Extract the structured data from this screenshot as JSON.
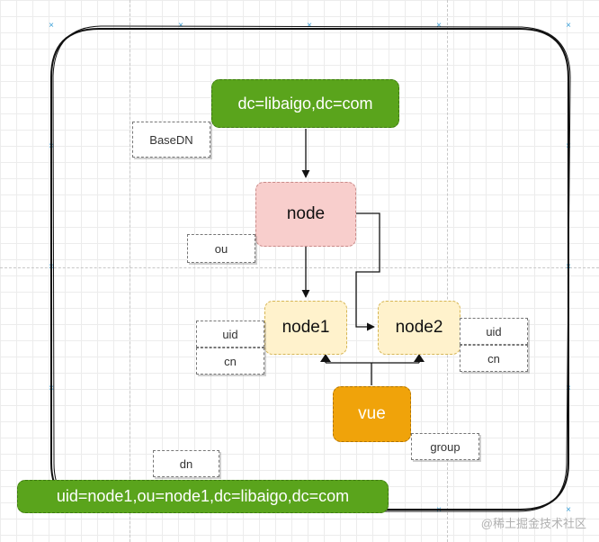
{
  "nodes": {
    "base_dn": "dc=libaigo,dc=com",
    "node": "node",
    "node1": "node1",
    "node2": "node2",
    "vue": "vue",
    "dn": "uid=node1,ou=node1,dc=libaigo,dc=com"
  },
  "labels": {
    "basedn": "BaseDN",
    "ou": "ou",
    "uid_left": "uid",
    "cn_left": "cn",
    "uid_right": "uid",
    "cn_right": "cn",
    "group": "group",
    "dn": "dn"
  },
  "colors": {
    "green": "#5aa41c",
    "pink": "#f8cecc",
    "cream": "#fff2cc",
    "orange": "#f0a30a"
  },
  "watermark": "@稀土掘金技术社区"
}
